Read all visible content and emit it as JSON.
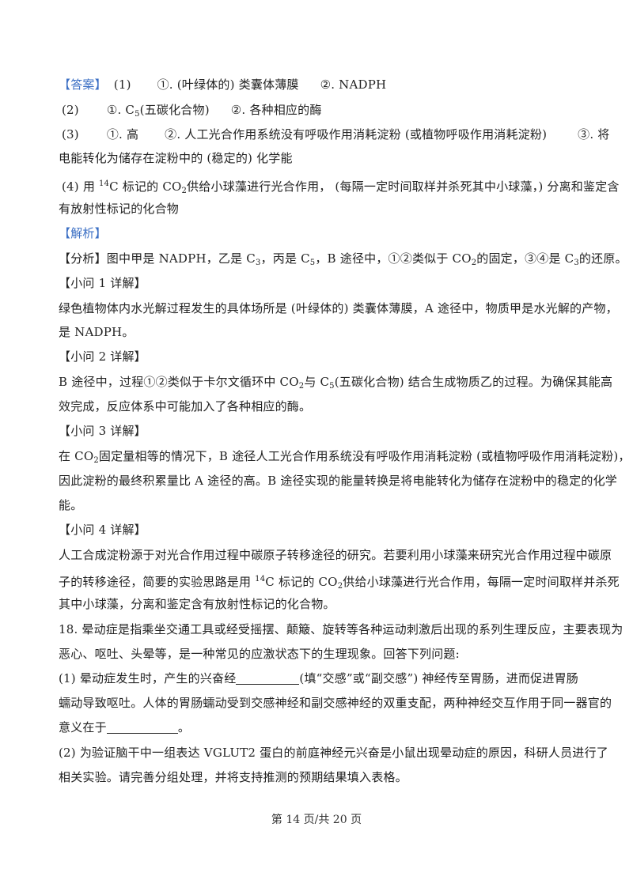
{
  "answer": {
    "tag": "【答案】",
    "q1": {
      "num": "(1)",
      "a": "①. (叶绿体的) 类囊体薄膜",
      "b": "②. NADPH"
    },
    "q2": {
      "num": "(2)",
      "a_pre": "①. C",
      "a_sub": "5",
      "a_post": "(五碳化合物)",
      "b": "②. 各种相应的酶"
    },
    "q3": {
      "num": "(3)",
      "a": "①. 高",
      "b": "②. 人工光合作用系统没有呼吸作用消耗淀粉 (或植物呼吸作用消耗淀粉)",
      "c": "③. 将",
      "cont": "电能转化为储存在淀粉中的 (稳定的) 化学能"
    },
    "q4": {
      "pre": "(4) 用 ",
      "sup": "14",
      "mid": "C 标记的 CO",
      "sub": "2",
      "post": "供给小球藻进行光合作用， (每隔一定时间取样并杀死其中小球藻，) 分离和鉴定含",
      "cont": "有放射性标记的化合物"
    }
  },
  "analysis": {
    "tag": "【解析】",
    "summary": {
      "p1": "【分析】图中甲是 NADPH，乙是 C",
      "s1": "3",
      "p2": "，丙是 C",
      "s2": "5",
      "p3": "，B 途径中，①②类似于 CO",
      "s3": "2",
      "p4": "的固定，③④是 C",
      "s4": "3",
      "p5": "的还原。"
    },
    "d1": {
      "head": "【小问 1 详解】",
      "l1": "绿色植物体内水光解过程发生的具体场所是 (叶绿体的) 类囊体薄膜，A 途径中，物质甲是水光解的产物，",
      "l2": "是 NADPH。"
    },
    "d2": {
      "head": "【小问 2 详解】",
      "p1": "B 途径中，过程①②类似于卡尔文循环中 CO",
      "s1": "2",
      "p2": "与 C",
      "s2": "5",
      "p3": "(五碳化合物) 结合生成物质乙的过程。为确保其能高",
      "l2": "效完成，反应体系中可能加入了各种相应的酶。"
    },
    "d3": {
      "head": "【小问 3 详解】",
      "p1": "在 CO",
      "s1": "2",
      "p2": "固定量相等的情况下，B 途径人工光合作用系统没有呼吸作用消耗淀粉 (或植物呼吸作用消耗淀粉)，",
      "l2": "因此淀粉的最终积累量比 A 途径的高。B 途径实现的能量转换是将电能转化为储存在淀粉中的稳定的化学",
      "l3": "能。"
    },
    "d4": {
      "head": "【小问 4 详解】",
      "l1": "人工合成淀粉源于对光合作用过程中碳原子转移途径的研究。若要利用小球藻来研究光合作用过程中碳原",
      "p1": "子的转移途径，简要的实验思路是用 ",
      "sup": "14",
      "p2": "C 标记的 CO",
      "s1": "2",
      "p3": "供给小球藻进行光合作用，每隔一定时间取样并杀死",
      "l3": "其中小球藻，分离和鉴定含有放射性标记的化合物。"
    }
  },
  "question18": {
    "l1": "18. 晕动症是指乘坐交通工具或经受摇摆、颠簸、旋转等各种运动刺激后出现的系列生理反应，主要表现为",
    "l2": "恶心、呕吐、头晕等，是一种常见的应激状态下的生理现象。回答下列问题:",
    "p1a": "(1) 晕动症发生时，产生的兴奋经",
    "p1b": "(填“交感”或“副交感”) 神经传至胃肠，进而促进胃肠",
    "p1c": "蠕动导致呕吐。人体的胃肠蠕动受到交感神经和副交感神经的双重支配，两种神经交互作用于同一器官的",
    "p1d": "意义在于",
    "p1e": "。",
    "p2a": "(2) 为验证脑干中一组表达  VGLUT2  蛋白的前庭神经元兴奋是小鼠出现晕动症的原因，科研人员进行了",
    "p2b": "相关实验。请完善分组处理，并将支持推测的预期结果填入表格。"
  },
  "footer": "第 14 页/共 20 页"
}
